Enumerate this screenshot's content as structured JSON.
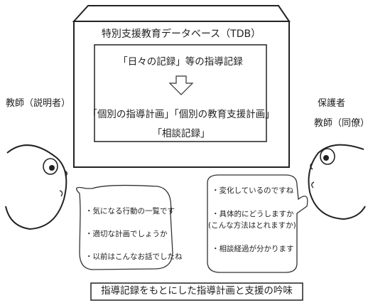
{
  "tdb": {
    "title": "特別支援教育データベース（TDB）",
    "records_top": "「日々の記録」等の指導記録",
    "records_plan": "「個別の指導計画」「個別の教育支援計画」",
    "records_consult": "「相談記録」"
  },
  "speakers": {
    "teacher": "教師（説明者）",
    "guardian": "保護者",
    "colleague": "教師（同僚）"
  },
  "left_bubble": {
    "lines": [
      "・気になる行動の一覧です",
      "・適切な計画でしょうか",
      "・以前はこんなお話でしたね"
    ]
  },
  "right_bubble": {
    "lines": [
      "・変化しているのですね",
      "・具体的にどうしますか",
      "(こんな方法はとれますか)",
      "・相談経過が分かります"
    ]
  },
  "caption": "指導記録をもとにした指導計画と支援の吟味",
  "icons": {
    "arrow": "down-arrow-icon",
    "teacher_face": "teacher-face-icon",
    "guardian_face": "guardian-face-icon"
  },
  "colors": {
    "line": "#222222",
    "background": "#ffffff"
  }
}
